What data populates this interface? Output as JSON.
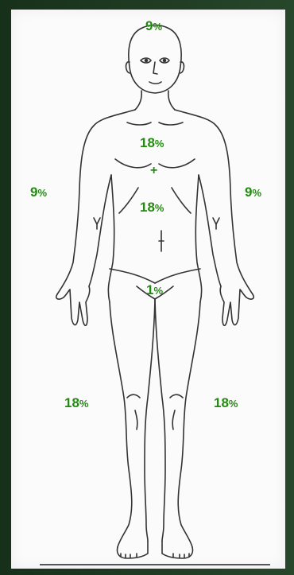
{
  "regions": {
    "head": {
      "value": "9",
      "unit": "%"
    },
    "chest": {
      "value": "18",
      "unit": "%"
    },
    "abdomen": {
      "value": "18",
      "unit": "%"
    },
    "right_arm": {
      "value": "9",
      "unit": "%"
    },
    "left_arm": {
      "value": "9",
      "unit": "%"
    },
    "groin": {
      "value": "1",
      "unit": "%"
    },
    "right_leg": {
      "value": "18",
      "unit": "%"
    },
    "left_leg": {
      "value": "18",
      "unit": "%"
    }
  },
  "center_mark": "+",
  "colors": {
    "label": "#248a12",
    "background": "#1f3a22",
    "paper": "#fbfbfb",
    "line": "#333333"
  }
}
